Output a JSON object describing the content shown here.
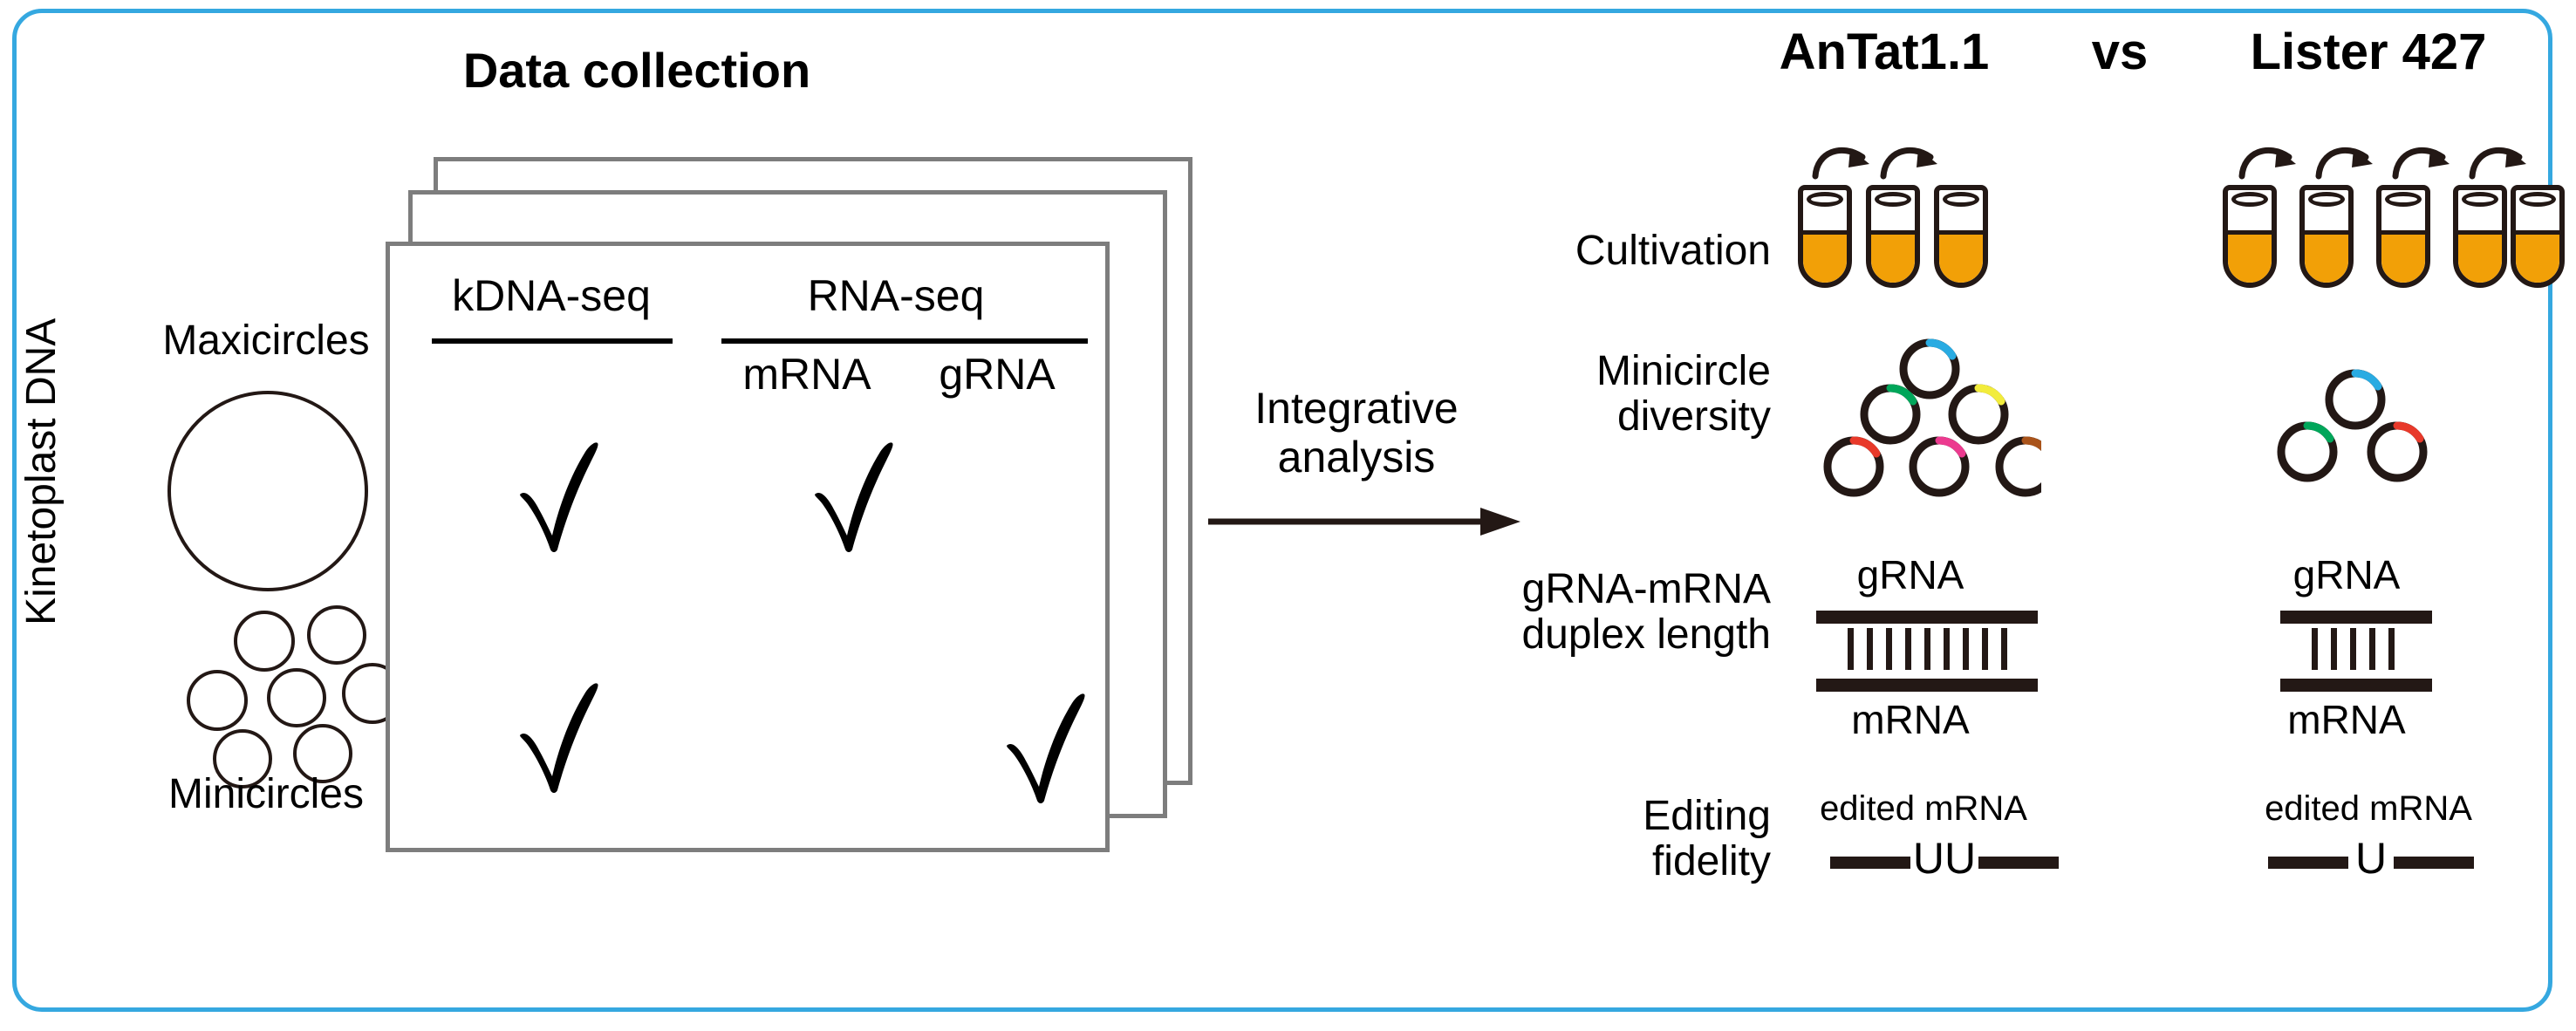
{
  "figure": {
    "border_color": "#35a8e0",
    "background": "#ffffff"
  },
  "left_panel": {
    "axis_label": "Kinetoplast DNA",
    "maxicircles_label": "Maxicircles",
    "minicircles_label": "Minicircles",
    "maxicircle_count": 1,
    "minicircle_count": 7
  },
  "data_collection": {
    "title": "Data collection",
    "card_count": 3,
    "columns": [
      {
        "id": "kdna-seq",
        "label": "kDNA-seq",
        "subcolumns": []
      },
      {
        "id": "rna-seq",
        "label": "RNA-seq",
        "subcolumns": [
          "mRNA",
          "gRNA"
        ]
      }
    ],
    "rows": [
      {
        "kdna_seq": true,
        "mrna": true,
        "grna": false
      },
      {
        "kdna_seq": true,
        "mrna": false,
        "grna": true
      }
    ],
    "check_glyph": "check-mark"
  },
  "transition": {
    "label_line1": "Integrative",
    "label_line2": "analysis",
    "arrow": "right-arrow"
  },
  "comparison": {
    "strain_a": "AnTat1.1",
    "vs": "vs",
    "strain_b": "Lister 427",
    "rows": [
      {
        "id": "cultivation",
        "label_line1": "Cultivation",
        "label_line2": "",
        "strain_a": {
          "tubes": 3,
          "arrows": 2
        },
        "strain_b": {
          "tubes": 5,
          "arrows": 4
        },
        "media_color": "#f2a007"
      },
      {
        "id": "minicircle-diversity",
        "label_line1": "Minicircle",
        "label_line2": "diversity",
        "strain_a": {
          "circles": 6,
          "arc_colors": [
            "#29abe2",
            "#00a65a",
            "#f2ec3c",
            "#e8392a",
            "#ec3a8f",
            "#a9531a"
          ]
        },
        "strain_b": {
          "circles": 3,
          "arc_colors": [
            "#29abe2",
            "#00a65a",
            "#e8392a"
          ]
        }
      },
      {
        "id": "duplex-length",
        "label_line1": "gRNA-mRNA",
        "label_line2": "duplex length",
        "top_label": "gRNA",
        "bottom_label": "mRNA",
        "strain_a": {
          "base_pairs": 9
        },
        "strain_b": {
          "base_pairs": 5
        }
      },
      {
        "id": "editing-fidelity",
        "label_line1": "Editing",
        "label_line2": "fidelity",
        "caption": "edited mRNA",
        "strain_a": {
          "uridines": "UU"
        },
        "strain_b": {
          "uridines": "U"
        }
      }
    ]
  }
}
